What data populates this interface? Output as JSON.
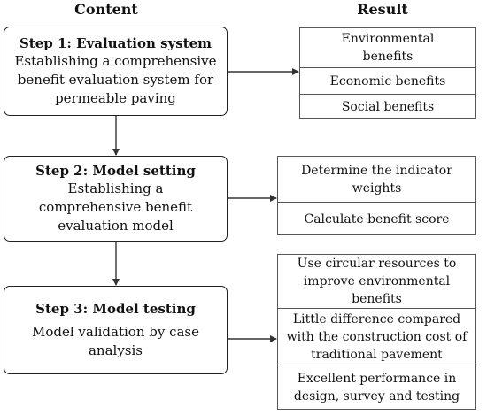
{
  "headers": {
    "content": "Content",
    "result": "Result"
  },
  "steps": [
    {
      "title": "Step 1: Evaluation system",
      "description": "Establishing a comprehensive benefit evaluation system for permeable paving"
    },
    {
      "title": "Step 2: Model setting",
      "description": "Establishing a comprehensive benefit evaluation model"
    },
    {
      "title": "Step 3: Model testing",
      "description": "Model validation by case analysis"
    }
  ],
  "results": [
    [
      "Environmental benefits",
      "Economic benefits",
      "Social benefits"
    ],
    [
      "Determine the indicator weights",
      "Calculate benefit score"
    ],
    [
      "Use circular resources to improve environmental benefits",
      "Little difference compared with the construction cost of traditional pavement",
      "Excellent performance in design, survey and testing"
    ]
  ]
}
